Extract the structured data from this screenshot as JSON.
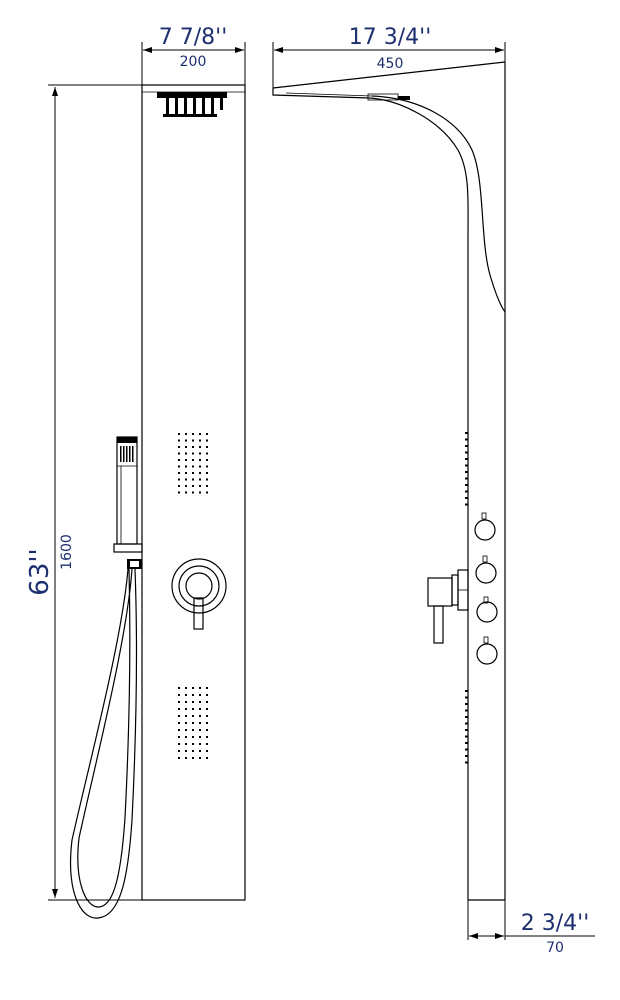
{
  "dimensions": {
    "width_front": {
      "imperial": "7 7/8''",
      "metric": "200"
    },
    "depth_side": {
      "imperial": "17 3/4''",
      "metric": "450"
    },
    "height": {
      "imperial": "63''",
      "metric": "1600"
    },
    "panel_depth": {
      "imperial": "2 3/4''",
      "metric": "70"
    }
  },
  "colors": {
    "dimension_text": "#1e2f70",
    "line": "#000000",
    "background": "#ffffff"
  }
}
